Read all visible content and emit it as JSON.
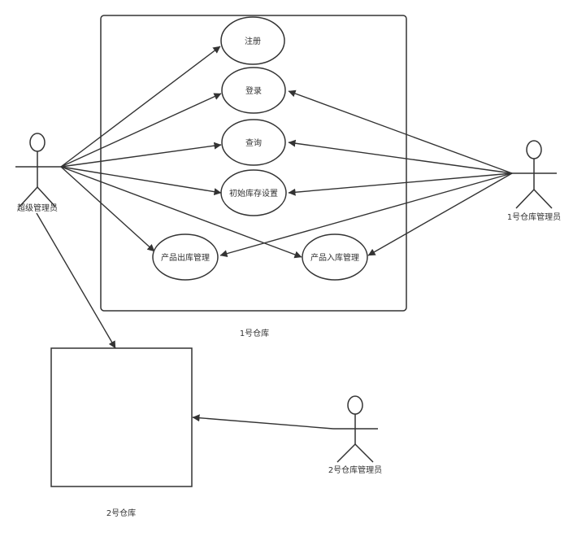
{
  "diagram": {
    "boxes": [
      {
        "id": "warehouse1",
        "label": "1号仓库"
      },
      {
        "id": "warehouse2",
        "label": "2号仓库"
      }
    ],
    "use_cases": [
      {
        "id": "register",
        "label": "注册"
      },
      {
        "id": "login",
        "label": "登录"
      },
      {
        "id": "query",
        "label": "查询"
      },
      {
        "id": "init_stock",
        "label": "初始库存设置"
      },
      {
        "id": "outbound",
        "label": "产品出库管理"
      },
      {
        "id": "inbound",
        "label": "产品入库管理"
      }
    ],
    "actors": [
      {
        "id": "super_admin",
        "label": "超级管理员"
      },
      {
        "id": "wh1_admin",
        "label": "1号仓库管理员"
      },
      {
        "id": "wh2_admin",
        "label": "2号仓库管理员"
      }
    ],
    "edges": [
      {
        "from": "super_admin",
        "to": "register"
      },
      {
        "from": "super_admin",
        "to": "login"
      },
      {
        "from": "super_admin",
        "to": "query"
      },
      {
        "from": "super_admin",
        "to": "init_stock"
      },
      {
        "from": "super_admin",
        "to": "outbound"
      },
      {
        "from": "super_admin",
        "to": "inbound"
      },
      {
        "from": "super_admin",
        "to": "warehouse2"
      },
      {
        "from": "wh1_admin",
        "to": "login"
      },
      {
        "from": "wh1_admin",
        "to": "query"
      },
      {
        "from": "wh1_admin",
        "to": "init_stock"
      },
      {
        "from": "wh1_admin",
        "to": "outbound"
      },
      {
        "from": "wh1_admin",
        "to": "inbound"
      },
      {
        "from": "wh2_admin",
        "to": "warehouse2"
      }
    ]
  }
}
